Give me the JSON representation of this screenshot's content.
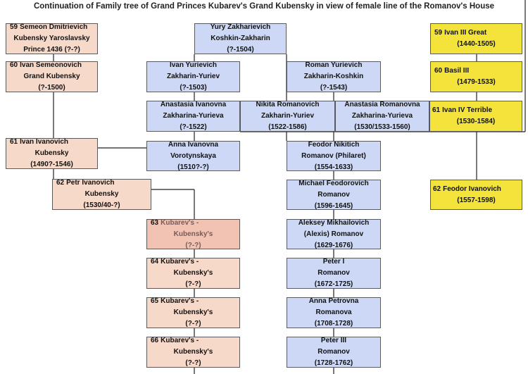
{
  "title": "Continuation of Family tree of Grand Princes Kubarev's Grand Kubensky in view of female line of the Romanov's House",
  "colors": {
    "kubensky": "#f7d9c9",
    "kubensky_highlight": "#f2c3b3",
    "zakharin_romanov": "#ccd8f5",
    "rurikid_tsars": "#f3e33a",
    "line": "#222222"
  },
  "boxes": [
    {
      "id": "semeon",
      "gen": "59",
      "lines": [
        "Semeon Dmitrievich",
        "Kubensky Yaroslavsky",
        "Prince 1436 (?-?)"
      ]
    },
    {
      "id": "ivan-semeonovich",
      "gen": "60",
      "lines": [
        "Ivan Semeonovich",
        "Grand Kubensky",
        "(?-1500)"
      ]
    },
    {
      "id": "ivan-ivanovich",
      "gen": "61",
      "lines": [
        "Ivan Ivanovich",
        "Kubensky",
        "(1490?-1546)"
      ]
    },
    {
      "id": "petr-ivanovich",
      "gen": "62",
      "lines": [
        "Petr Ivanovich",
        "Kubensky",
        "(1530/40-?)"
      ]
    },
    {
      "id": "kubarev-63",
      "gen": "63",
      "lines": [
        "Kubarev's -",
        "Kubensky's",
        "(?-?)"
      ]
    },
    {
      "id": "kubarev-64",
      "gen": "64",
      "lines": [
        "Kubarev's -",
        "Kubensky's",
        "(?-?)"
      ]
    },
    {
      "id": "kubarev-65",
      "gen": "65",
      "lines": [
        "Kubarev's -",
        "Kubensky's",
        "(?-?)"
      ]
    },
    {
      "id": "kubarev-66",
      "gen": "66",
      "lines": [
        "Kubarev's -",
        "Kubensky's",
        "(?-?)"
      ]
    },
    {
      "id": "yury",
      "gen": "",
      "lines": [
        "Yury Zakharievich",
        "Koshkin-Zakharin",
        "(?-1504)"
      ]
    },
    {
      "id": "ivan-yurievich",
      "gen": "",
      "lines": [
        "Ivan Yurievich",
        "Zakharin-Yuriev",
        "(?-1503)"
      ]
    },
    {
      "id": "roman-yurievich",
      "gen": "",
      "lines": [
        "Roman Yurievich",
        "Zakharin-Koshkin",
        "(?-1543)"
      ]
    },
    {
      "id": "anastasia-ivanovna",
      "gen": "",
      "lines": [
        "Anastasia Ivanovna",
        "Zakharina-Yurieva",
        "(?-1522)"
      ]
    },
    {
      "id": "nikita",
      "gen": "",
      "lines": [
        "Nikita Romanovich",
        "Zakharin-Yuriev",
        "(1522-1586)"
      ]
    },
    {
      "id": "anastasia-romanovna",
      "gen": "",
      "lines": [
        "Anastasia Romanovna",
        "Zakharina-Yurieva",
        "(1530/1533-1560)"
      ]
    },
    {
      "id": "anna-ivanovna",
      "gen": "",
      "lines": [
        "Anna Ivanovna",
        "Vorotynskaya",
        "(1510?-?)"
      ]
    },
    {
      "id": "feodor-nikitich",
      "gen": "",
      "lines": [
        "Feodor Nikitich",
        "Romanov (Philaret)",
        "(1554-1633)"
      ]
    },
    {
      "id": "michael",
      "gen": "",
      "lines": [
        "Michael Feodorovich",
        "Romanov",
        "(1596-1645)"
      ]
    },
    {
      "id": "aleksey",
      "gen": "",
      "lines": [
        "Aleksey Mikhailovich",
        "(Alexis) Romanov",
        "(1629-1676)"
      ]
    },
    {
      "id": "peter-i",
      "gen": "",
      "lines": [
        "Peter I",
        "Romanov",
        "(1672-1725)"
      ]
    },
    {
      "id": "anna-petrovna",
      "gen": "",
      "lines": [
        "Anna Petrovna",
        "Romanova",
        "(1708-1728)"
      ]
    },
    {
      "id": "peter-iii",
      "gen": "",
      "lines": [
        "Peter III",
        "Romanov",
        "(1728-1762)"
      ]
    },
    {
      "id": "ivan-iii",
      "gen": "59",
      "lines": [
        "Ivan III Great",
        "(1440-1505)"
      ]
    },
    {
      "id": "basil-iii",
      "gen": "60",
      "lines": [
        "Basil III",
        "(1479-1533)"
      ]
    },
    {
      "id": "ivan-iv",
      "gen": "61",
      "lines": [
        "Ivan IV Terrible",
        "(1530-1584)"
      ]
    },
    {
      "id": "feodor-ivanovich",
      "gen": "62",
      "lines": [
        "Feodor Ivanovich",
        "(1557-1598)"
      ]
    }
  ]
}
